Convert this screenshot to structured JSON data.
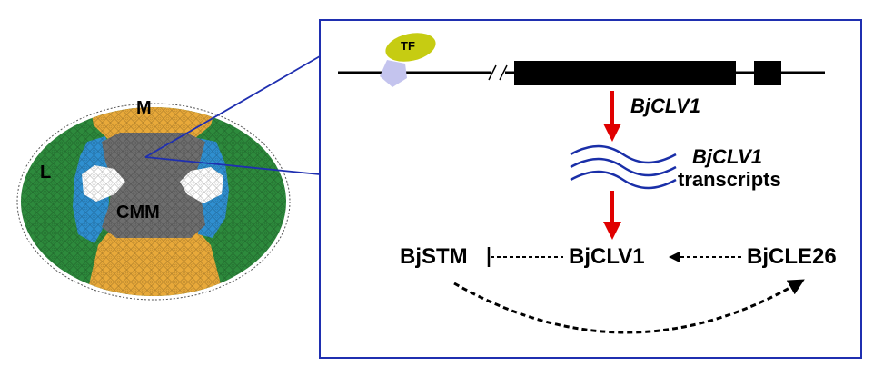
{
  "colors": {
    "meristem_orange": "#e8a93a",
    "lateral_green": "#2d8a3c",
    "procambium_blue": "#2f8fd0",
    "core_gray": "#6e6e6e",
    "frame_blue": "#1f2fb0",
    "tf_yellow_green": "#c6cc12",
    "binding_lavender": "#c4c4ee",
    "activation_red": "#e00000",
    "transcript_blue": "#1a2fa8"
  },
  "cross_section": {
    "label_m": "M",
    "label_l": "L",
    "label_cmm": "CMM"
  },
  "gene_model": {
    "tf_label": "TF",
    "gene_label": "BjCLV1"
  },
  "transcripts": {
    "label_italic": "BjCLV1",
    "label_plain": "transcripts"
  },
  "pathway": {
    "node_stm": "BjSTM",
    "node_clv1": "BjCLV1",
    "node_cle26": "BjCLE26"
  }
}
